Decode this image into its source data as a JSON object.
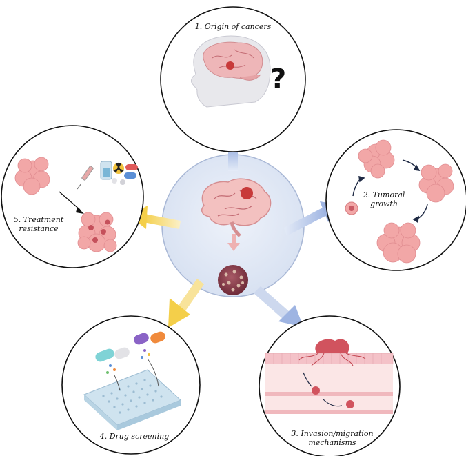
{
  "panels": {
    "origin": {
      "title": "1. Origin of cancers",
      "mark": "?"
    },
    "growth": {
      "title": "2. Tumoral\ngrowth"
    },
    "invasion": {
      "title": "3. Invasion/migration\nmechanisms"
    },
    "screening": {
      "title": "4. Drug screening"
    },
    "resistance": {
      "title": "5. Treatment\nresistance"
    }
  },
  "colors": {
    "center_fill": "#d9e3f2",
    "arrow_blue": "#9db3e0",
    "arrow_yellow": "#f5d25a",
    "tumor_pink": "#f2a7a7",
    "tumor_dark": "#b04a55",
    "brain_pink": "#f1b3b3"
  },
  "icons": [
    "brain-icon",
    "head-silhouette-icon",
    "tumor-cluster-icon",
    "pill-capsule-icon",
    "syringe-icon",
    "radiation-icon",
    "microplate-icon",
    "blood-vessel-icon"
  ]
}
